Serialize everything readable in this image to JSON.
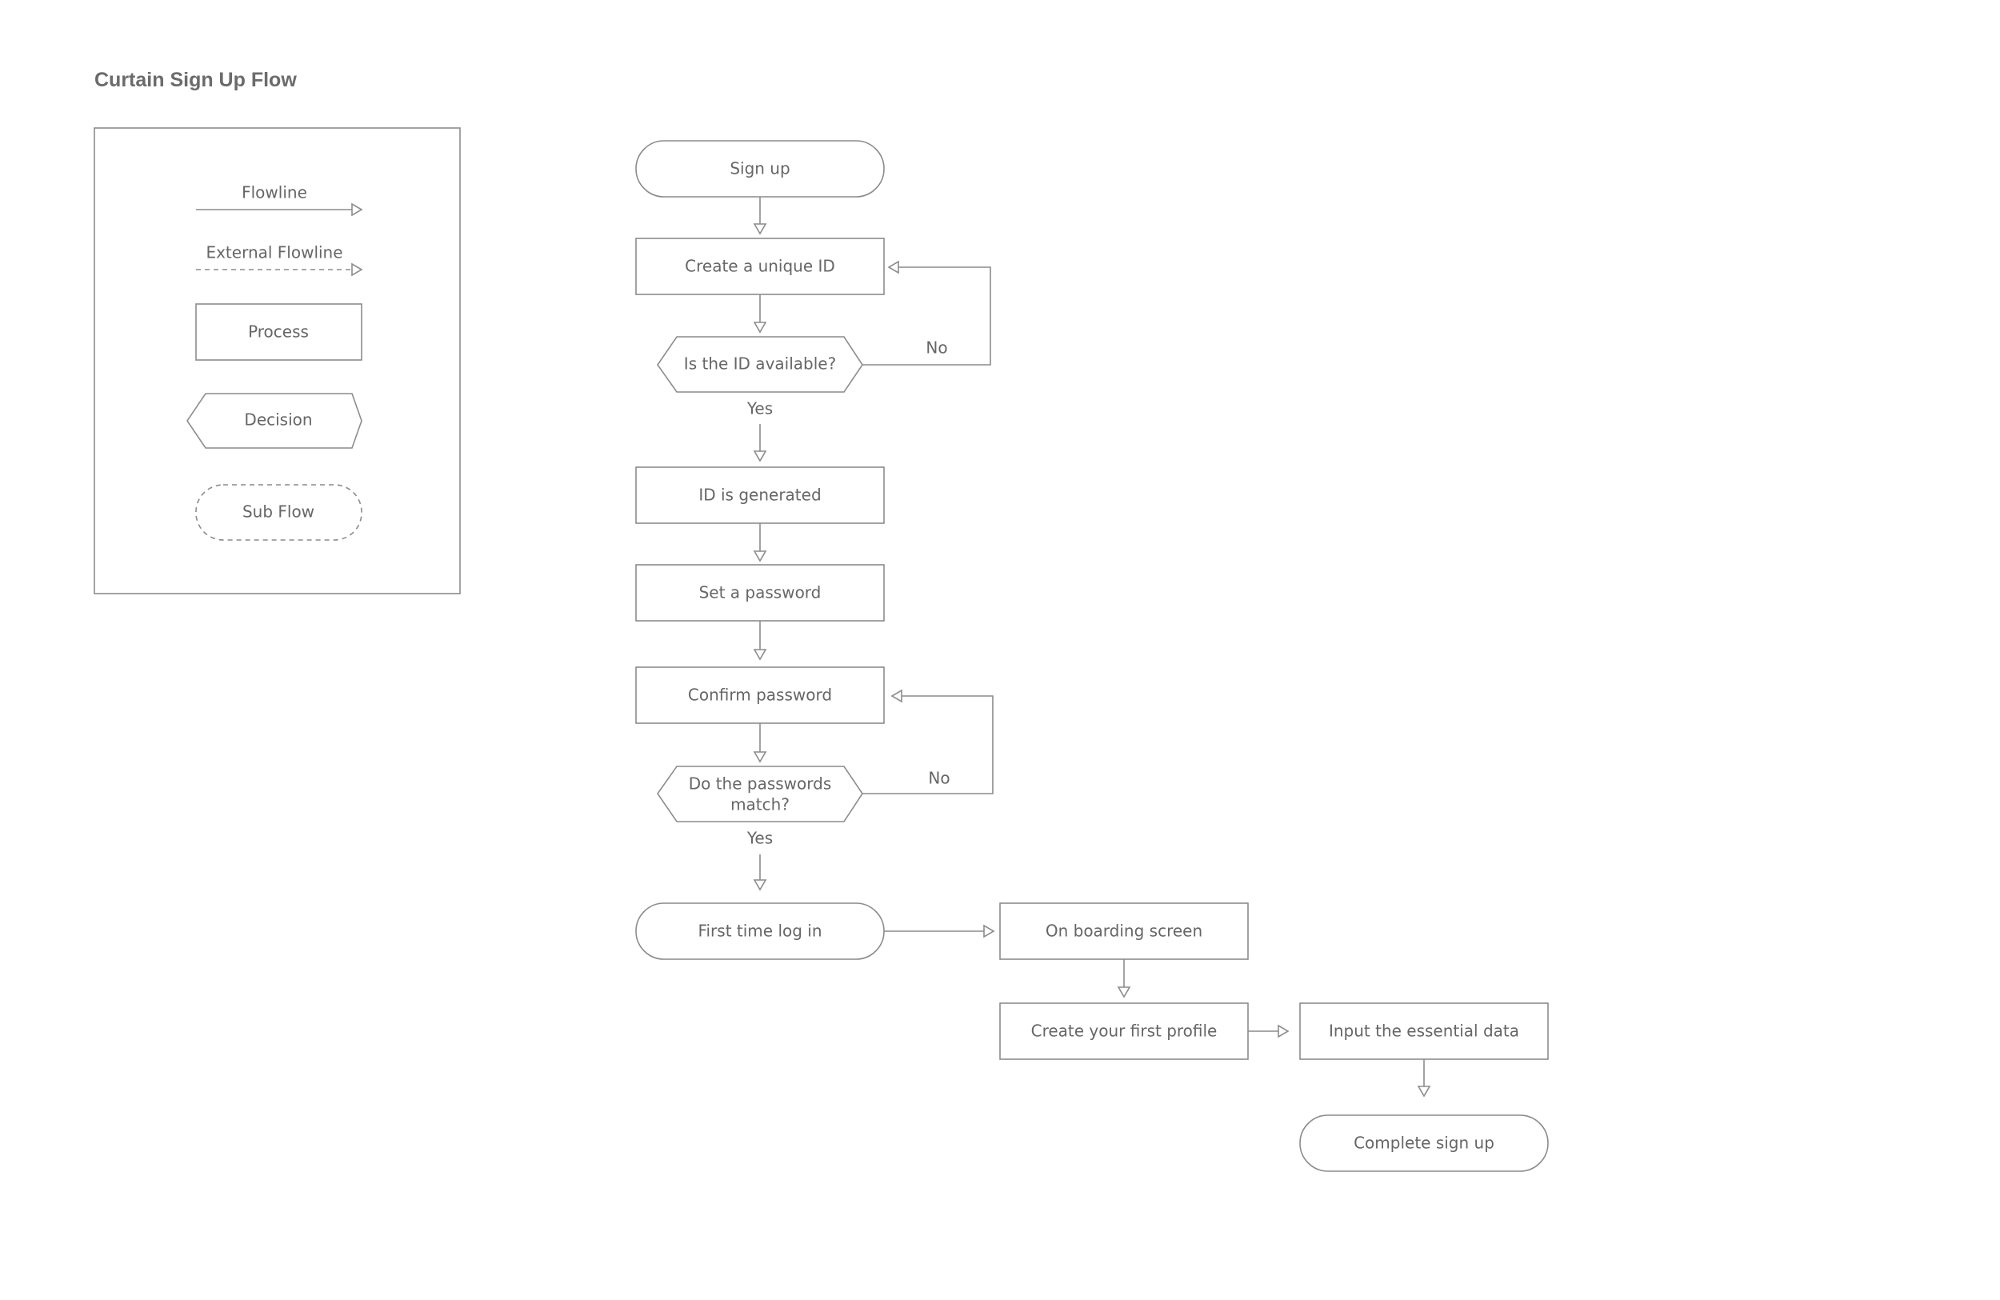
{
  "title": "Curtain Sign Up Flow",
  "colors": {
    "stroke": "#8c8c8c",
    "text": "#666666",
    "title": "#6b6b6b",
    "background": "#ffffff"
  },
  "legend": {
    "flowline": "Flowline",
    "external_flowline": "External Flowline",
    "process": "Process",
    "decision": "Decision",
    "sub_flow": "Sub Flow"
  },
  "nodes": {
    "sign_up": "Sign up",
    "create_unique_id": "Create a unique ID",
    "id_available": "Is the ID available?",
    "id_generated": "ID is generated",
    "set_password": "Set a password",
    "confirm_password": "Confirm password",
    "passwords_match_1": "Do the passwords",
    "passwords_match_2": "match?",
    "first_time_login": "First time log in",
    "onboarding_screen": "On boarding screen",
    "create_first_profile": "Create your first profile",
    "input_essential_data": "Input the essential data",
    "complete_sign_up": "Complete sign up"
  },
  "edges": {
    "no_1": "No",
    "yes_1": "Yes",
    "no_2": "No",
    "yes_2": "Yes"
  }
}
